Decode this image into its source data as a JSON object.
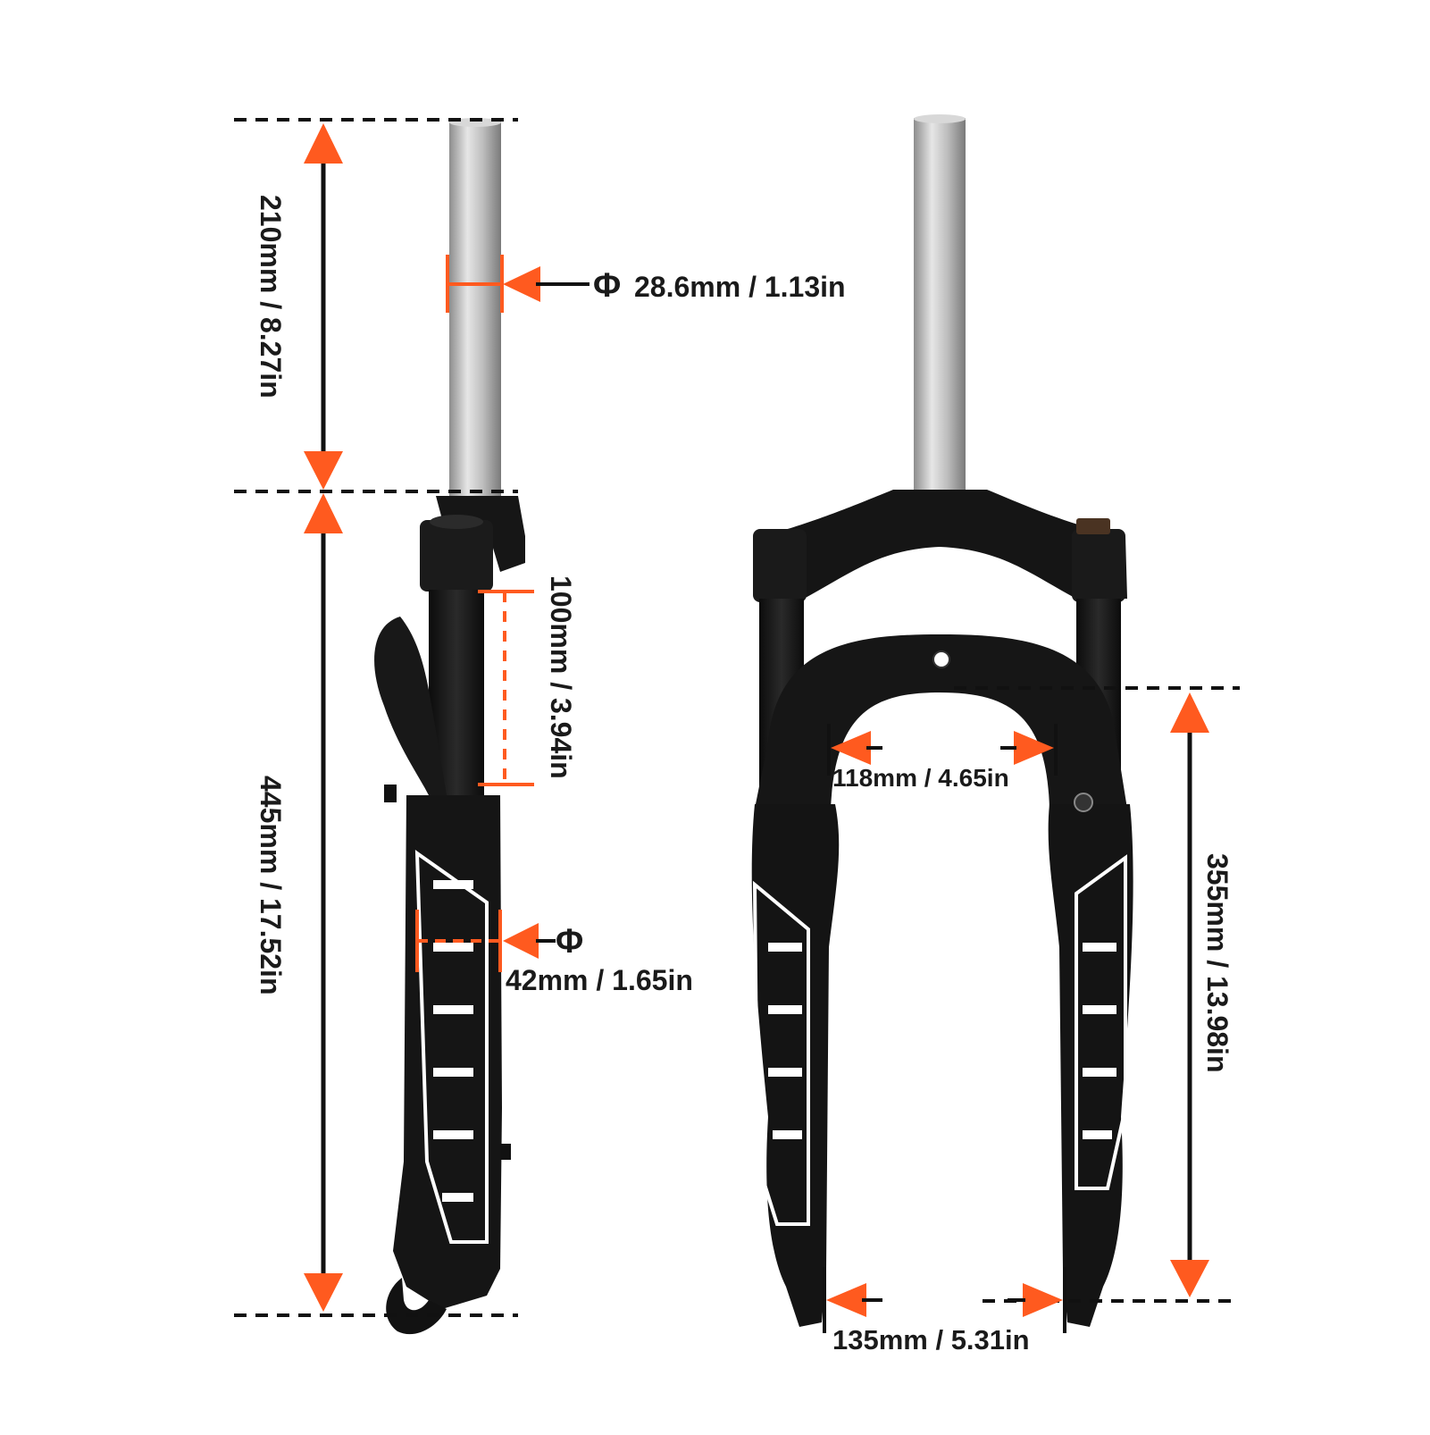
{
  "colors": {
    "accent": "#ff5a1f",
    "fork_black": "#151515",
    "steerer_silver": "#c8c8c8",
    "graphic_white": "#ffffff",
    "line_black": "#111111"
  },
  "labels": {
    "steerer_length": "210mm / 8.27in",
    "steerer_diameter": "28.6mm / 1.13in",
    "phi_symbol_1": "Φ",
    "axle_to_crown": "445mm / 17.52in",
    "travel": "100mm / 3.94in",
    "stanchion_diameter": "42mm / 1.65in",
    "phi_symbol_2": "Φ",
    "tire_clearance": "118mm / 4.65in",
    "hub_spacing": "135mm / 5.31in",
    "lower_length": "355mm / 13.98in"
  },
  "icons": {
    "arrow": "triangle-arrowhead",
    "dimension_line": "dashed-line"
  }
}
